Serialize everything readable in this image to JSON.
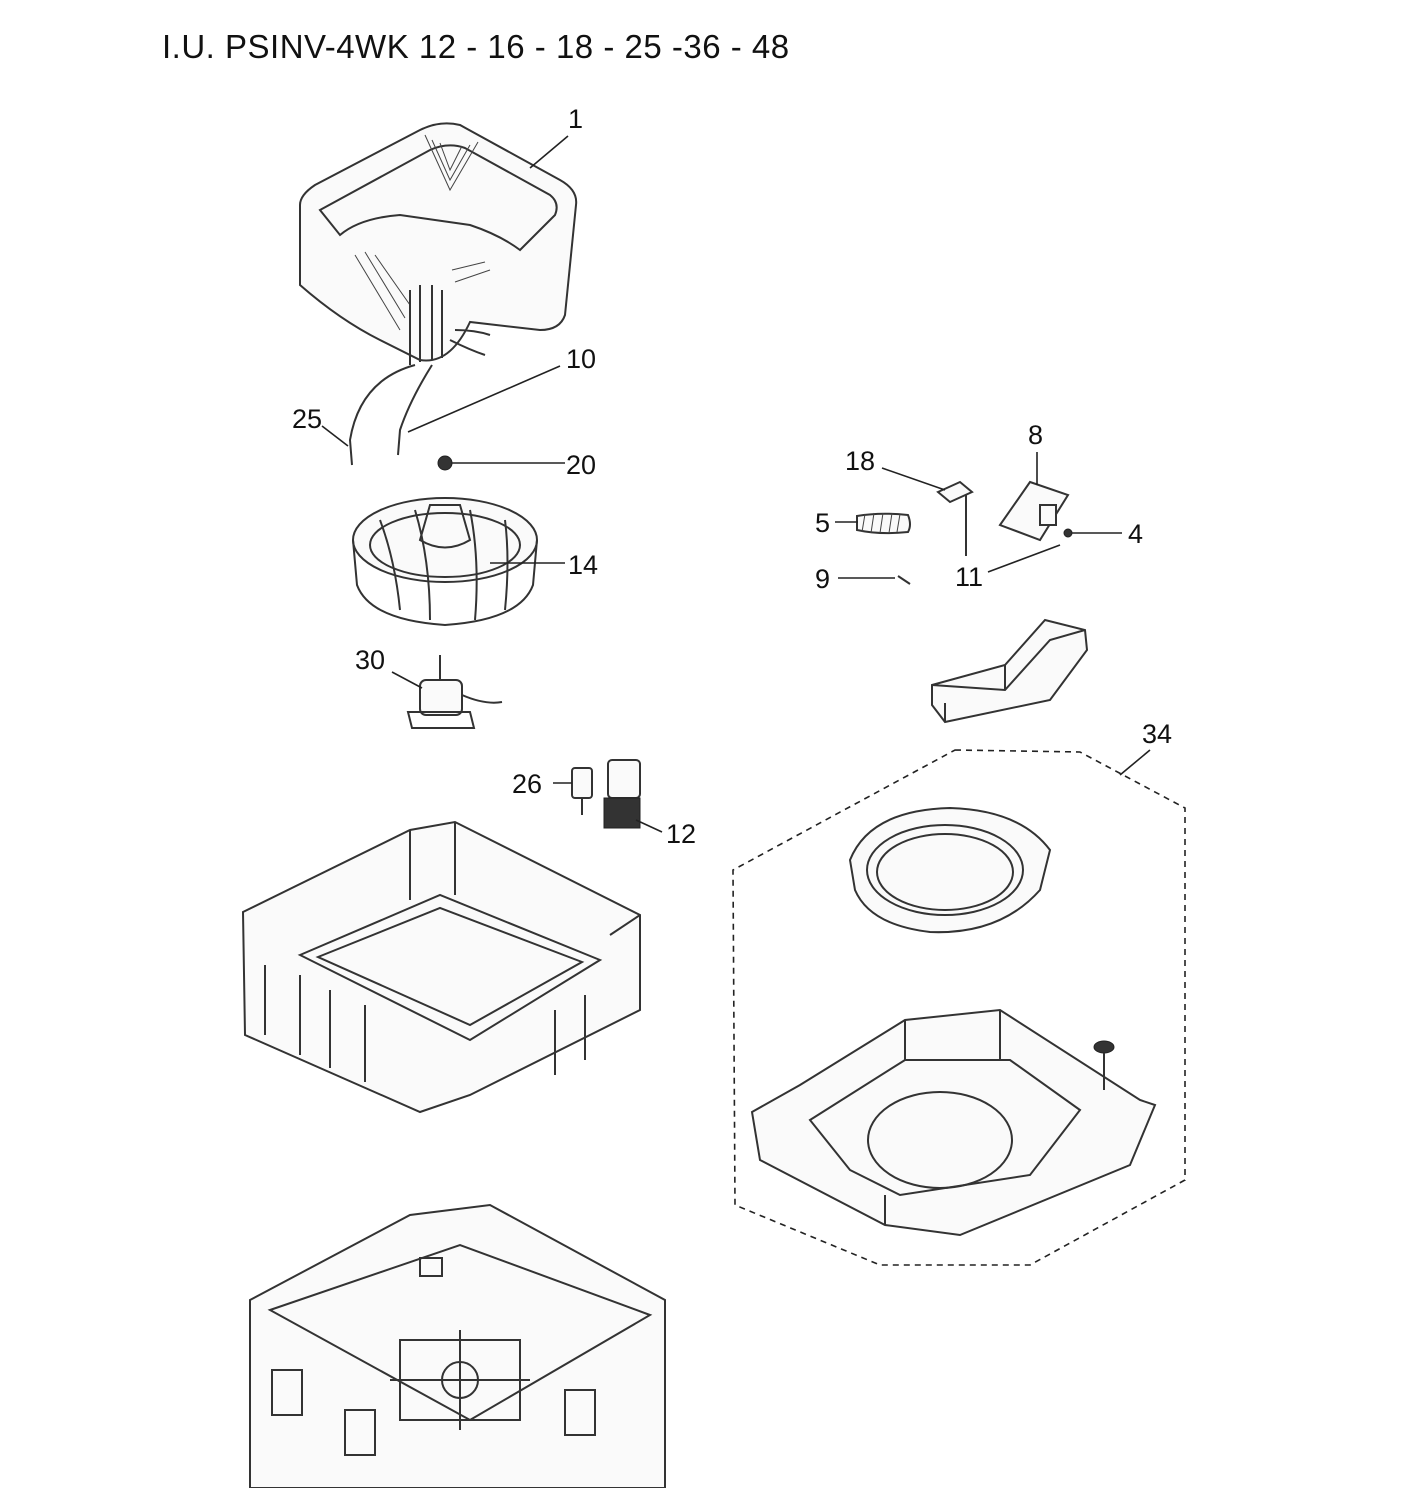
{
  "title": "I.U. PSINV-4WK 12 - 16 - 18 - 25 -36 - 48",
  "callouts": {
    "c1": "1",
    "c10": "10",
    "c25": "25",
    "c20": "20",
    "c14": "14",
    "c30": "30",
    "c26": "26",
    "c12": "12",
    "c18": "18",
    "c8": "8",
    "c5": "5",
    "c4": "4",
    "c9": "9",
    "c11": "11",
    "c34": "34"
  }
}
